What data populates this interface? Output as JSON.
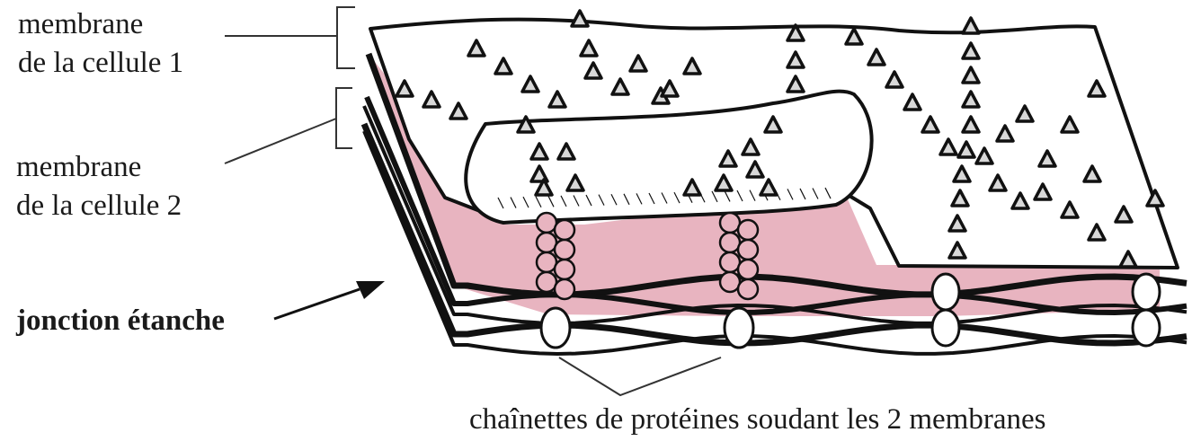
{
  "labels": {
    "membrane1_line1": "membrane",
    "membrane1_line2": "de la cellule 1",
    "membrane2_line1": "membrane",
    "membrane2_line2": "de la cellule 2",
    "junction": "jonction étanche",
    "proteins": "chaînettes de protéines soudant les 2 membranes"
  },
  "colors": {
    "intercellular_space": "#e8b4c0",
    "outline": "#111111",
    "particle_fill": "#d8d8d8",
    "background": "#ffffff"
  }
}
